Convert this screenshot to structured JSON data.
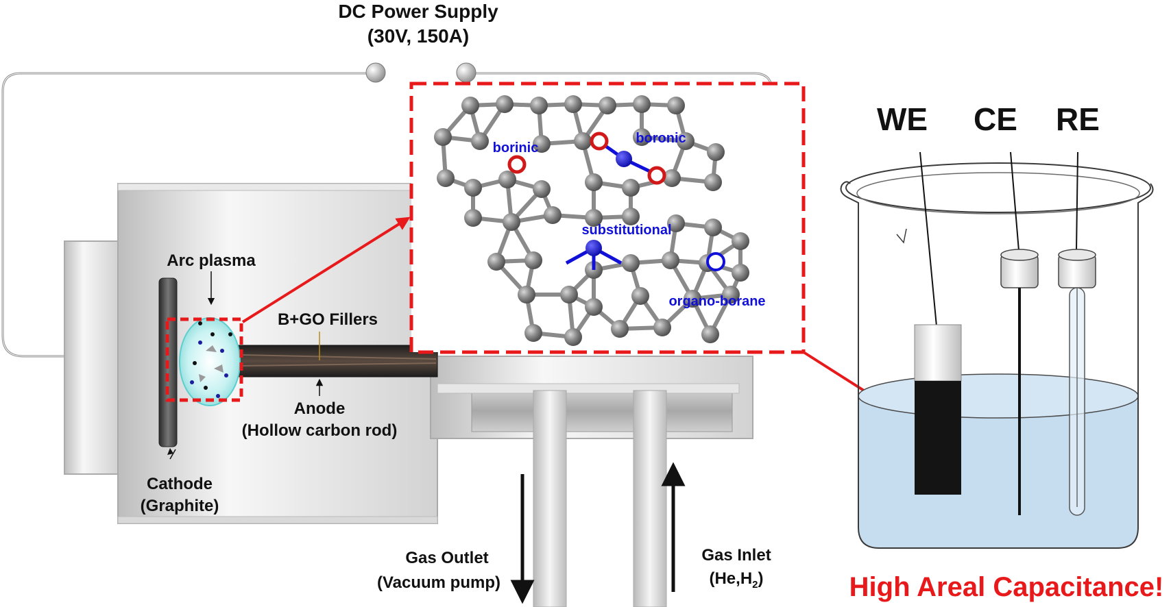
{
  "power_supply": {
    "title": "DC Power Supply",
    "rating": "(30V, 150A)"
  },
  "reactor": {
    "arc_plasma": "Arc plasma",
    "fillers": "B+GO Fillers",
    "anode_title": "Anode",
    "anode_desc": "(Hollow carbon rod)",
    "cathode_title": "Cathode",
    "cathode_desc": "(Graphite)",
    "gas_outlet_title": "Gas Outlet",
    "gas_outlet_desc": "(Vacuum pump)",
    "gas_inlet_title": "Gas Inlet",
    "gas_inlet_desc_prefix": "(He,H",
    "gas_inlet_desc_sub": "2",
    "gas_inlet_desc_suffix": ")"
  },
  "structure": {
    "borinic": "borinic",
    "boronic": "boronic",
    "substitutional": "substitutional",
    "organo_borane": "organo-borane"
  },
  "cell": {
    "we": "WE",
    "ce": "CE",
    "re": "RE",
    "headline": "High Areal Capacitance!"
  },
  "colors": {
    "highlight_red": "#e8191b",
    "dopant_blue": "#1010d8",
    "carbon_grey": "#7a7a7a",
    "electrolyte": "#c6dcef",
    "plasma": "#9fe6e6"
  }
}
